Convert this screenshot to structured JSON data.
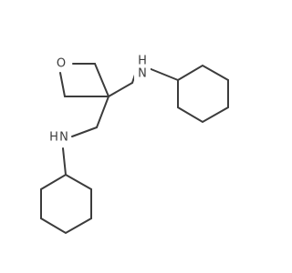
{
  "molecule": {
    "atoms": {
      "oxygen": {
        "symbol": "O"
      },
      "nitrogen_upper": {
        "symbol": "N",
        "hydrogen": "H"
      },
      "nitrogen_lower": {
        "symbol": "N",
        "hydrogen": "H"
      }
    }
  },
  "colors": {
    "bond": "#3c3c3c",
    "label": "#3c3c3c",
    "background": "#ffffff"
  }
}
